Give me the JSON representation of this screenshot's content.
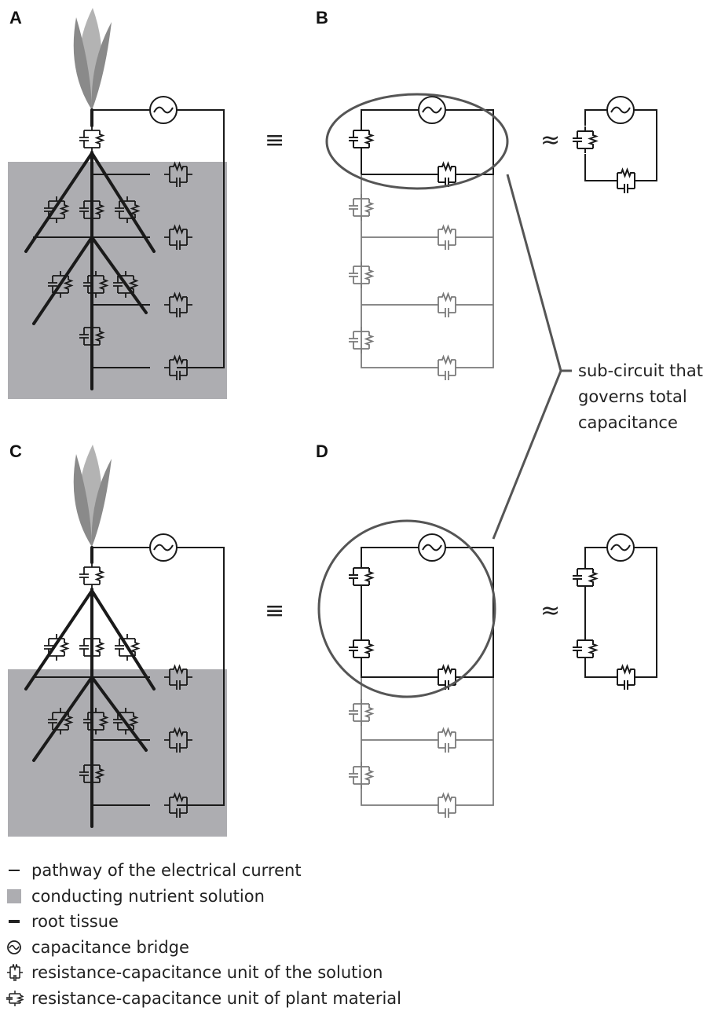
{
  "panels": {
    "a": "A",
    "b": "B",
    "c": "C",
    "d": "D"
  },
  "symbols": {
    "equivalent": "≡",
    "approx": "≈"
  },
  "callout": {
    "line1": "sub-circuit that",
    "line2": "governs total",
    "line3": "capacitance"
  },
  "legend": [
    {
      "icon": "current-pathway-icon",
      "label": "pathway of the electrical current"
    },
    {
      "icon": "nutrient-solution-swatch-icon",
      "label": "conducting nutrient solution"
    },
    {
      "icon": "root-tissue-icon",
      "label": "root tissue"
    },
    {
      "icon": "capacitance-bridge-icon",
      "label": "capacitance bridge"
    },
    {
      "icon": "solution-rc-unit-icon",
      "label": "resistance-capacitance unit of the solution"
    },
    {
      "icon": "plant-rc-unit-icon",
      "label": "resistance-capacitance unit of plant material"
    }
  ],
  "colors": {
    "solution": "#adadb1",
    "circuit": "#1a1a1a",
    "circuit_faded": "#7a7a7a",
    "leaf_light": "#b3b3b3",
    "leaf_dark": "#8a8a8a",
    "ellipse": "#555555"
  }
}
